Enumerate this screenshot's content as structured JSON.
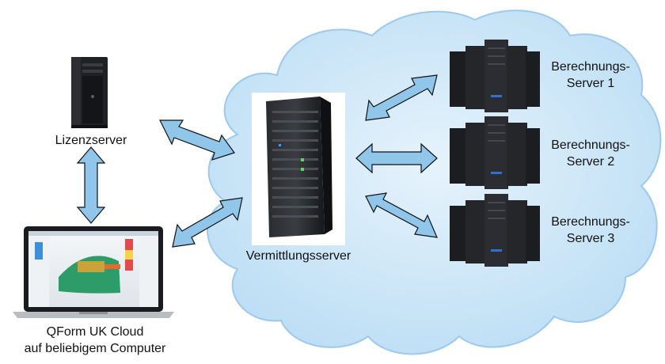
{
  "nodes": {
    "license_server": {
      "label": "Lizenzserver"
    },
    "client": {
      "label_line1": "QForm UK Cloud",
      "label_line2": "auf beliebigem Computer"
    },
    "broker": {
      "label": "Vermittlungsserver"
    },
    "compute_servers": [
      {
        "line1": "Berechnungs-",
        "line2": "Server 1"
      },
      {
        "line1": "Berechnungs-",
        "line2": "Server 2"
      },
      {
        "line1": "Berechnungs-",
        "line2": "Server 3"
      }
    ]
  },
  "colors": {
    "cloud_fill": "#cfe6f7",
    "cloud_edge": "#9cc9ec",
    "arrow_fill": "#8fc6ea",
    "arrow_stroke": "#111111",
    "server_body": "#1c1d20",
    "server_accent": "#2f6fd6"
  }
}
